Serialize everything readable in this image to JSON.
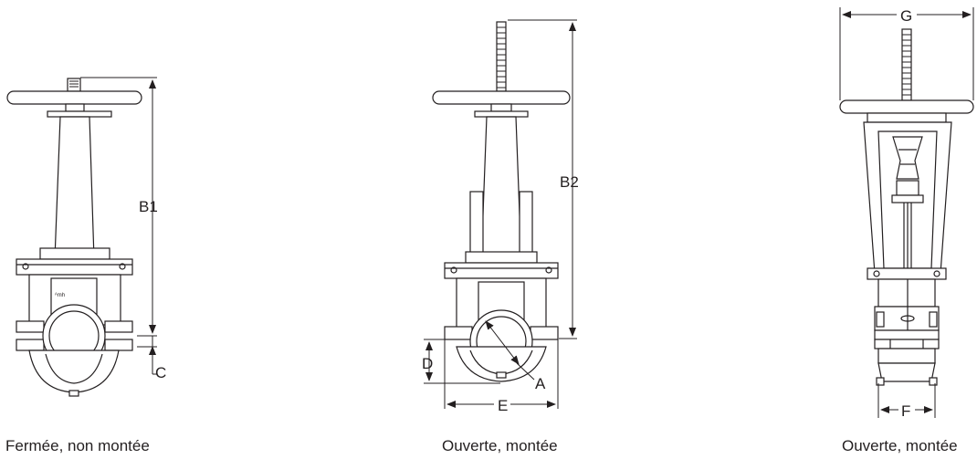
{
  "views": [
    {
      "caption": "Fermée, non montée",
      "labels": {
        "b1": "B1",
        "c": "C"
      }
    },
    {
      "caption": "Ouverte, montée",
      "labels": {
        "b2": "B2",
        "a": "A",
        "d": "D",
        "e": "E"
      }
    },
    {
      "caption": "Ouverte, montée",
      "labels": {
        "g": "G",
        "f": "F"
      }
    }
  ],
  "colors": {
    "line": "#231f20",
    "background": "#ffffff"
  }
}
